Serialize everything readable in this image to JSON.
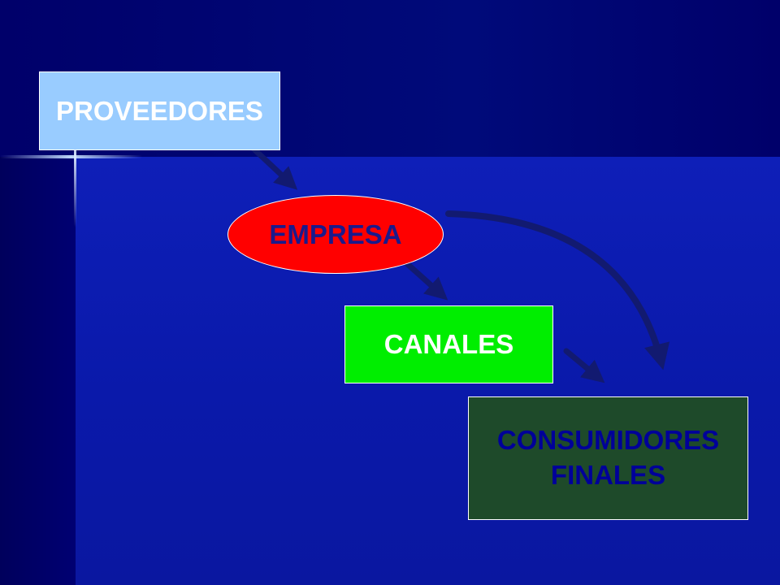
{
  "diagram": {
    "nodes": {
      "proveedores": {
        "label": "PROVEEDORES"
      },
      "empresa": {
        "label": "EMPRESA"
      },
      "canales": {
        "label": "CANALES"
      },
      "consumidores": {
        "line1": "CONSUMIDORES",
        "line2": "FINALES"
      }
    },
    "edges": [
      {
        "from": "proveedores",
        "to": "empresa"
      },
      {
        "from": "empresa",
        "to": "canales"
      },
      {
        "from": "canales",
        "to": "consumidores"
      },
      {
        "from": "empresa",
        "to": "consumidores",
        "style": "curved"
      }
    ],
    "colors": {
      "arrow": "#121a70",
      "proveedores_fill": "#99ccff",
      "empresa_fill": "#ff0000",
      "canales_fill": "#00ee00",
      "consumidores_fill": "#1e4a2a"
    }
  }
}
